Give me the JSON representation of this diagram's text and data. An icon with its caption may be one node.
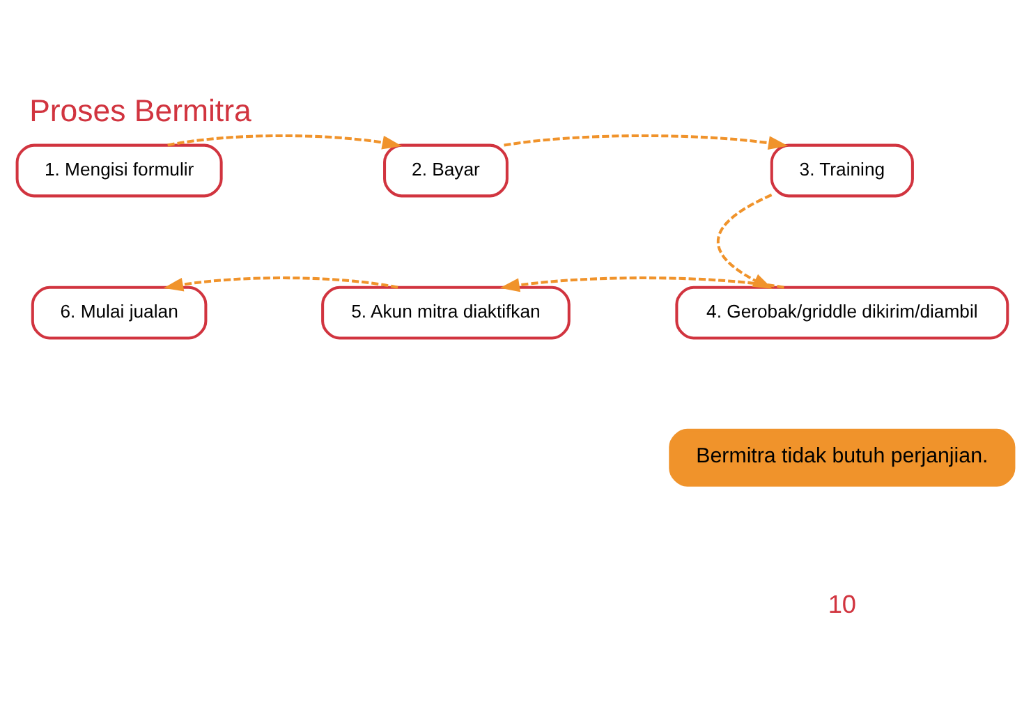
{
  "diagram": {
    "title": "Proses Bermitra",
    "nodes": [
      {
        "text": [
          "1. Mengisi formulir"
        ]
      },
      {
        "text": [
          "2. Bayar"
        ]
      },
      {
        "text": [
          "3. Training"
        ]
      },
      {
        "text": [
          "4. Gerobak/griddle dikirim/diambil"
        ]
      },
      {
        "text": [
          "5. Akun mitra diaktifkan"
        ]
      },
      {
        "text": [
          "6. Mulai jualan"
        ]
      }
    ],
    "edges": [
      {
        "from": 0,
        "to": 1,
        "arrow": "to",
        "style": "dashed"
      },
      {
        "from": 1,
        "to": 2,
        "arrow": "to",
        "style": "dashed"
      },
      {
        "from": 2,
        "to": 3,
        "arrow": "to",
        "style": "dashed"
      },
      {
        "from": 3,
        "to": 4,
        "arrow": "to",
        "style": "dashed"
      },
      {
        "from": 4,
        "to": 5,
        "arrow": "to",
        "style": "dashed"
      }
    ],
    "labels": [
      "Bermitra tidak butuh perjanjian.",
      "10"
    ]
  }
}
